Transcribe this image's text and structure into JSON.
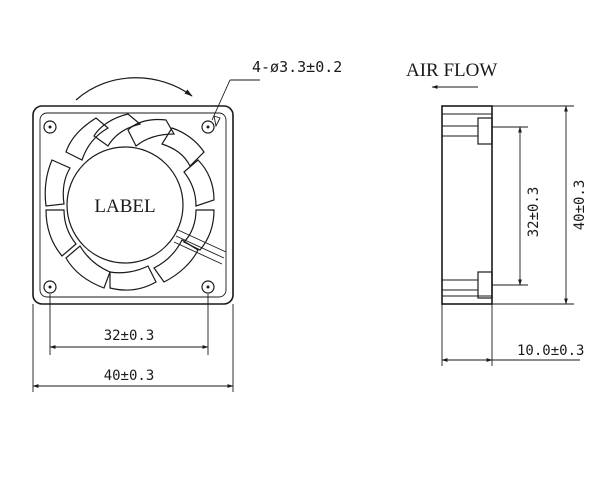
{
  "labels": {
    "hole_spec": "4-ø3.3±0.2",
    "fan_label": "LABEL",
    "air_flow": "AIR FLOW",
    "dim_hole_spacing_h": "32±0.3",
    "dim_overall_width": "40±0.3",
    "dim_hole_spacing_v": "32±0.3",
    "dim_overall_height": "40±0.3",
    "dim_thickness": "10.0±0.3"
  },
  "icons": {
    "rotation": "curved-arrow-icon",
    "airflow": "left-arrow-icon"
  }
}
